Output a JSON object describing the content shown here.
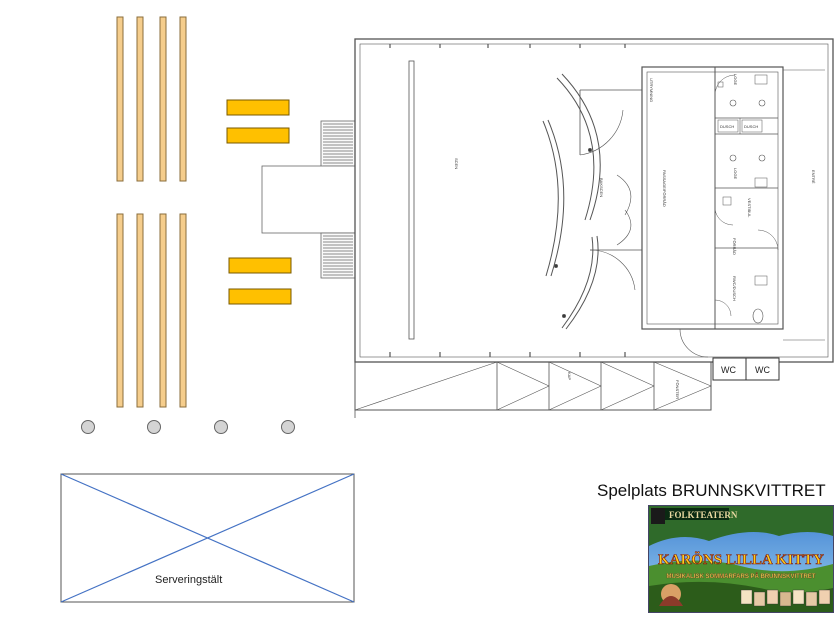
{
  "venue_title": "Spelplats BRUNNSKVITTRET",
  "serving_tent_label": "Serveringstält",
  "wc_labels": [
    "WC",
    "WC"
  ],
  "poster": {
    "brand": "FOLKTEATERN",
    "title": "KARÖNS LILLA KITTY",
    "subtitle": "MUSIKALISK SOMMARFARS PÅ BRUNNSKVITTRET"
  },
  "floorplan_labels": {
    "scen": "SCEN",
    "backstage": "BAKSCEN",
    "passage": "PASSAGE/FÖRRÅD",
    "utrymning": "UTRYMNING",
    "loge_1": "LOGE",
    "loge_2": "LOGE",
    "dusch_1": "DUSCH",
    "dusch_2": "DUSCH",
    "vestibul": "VESTIBUL",
    "forrad": "FÖRRÅD",
    "rwc": "RWC/DUSCH",
    "entre": "ENTRÉ",
    "fonster": "FÖNSTER",
    "kap": "KAP"
  },
  "colors": {
    "bench": "#f5cd8c",
    "bench_border": "#8a6d3b",
    "yellow_block": "#ffc000",
    "post_fill": "#d4d4d4",
    "tent_diagonal": "#4472c4",
    "plan_line": "#555555"
  }
}
